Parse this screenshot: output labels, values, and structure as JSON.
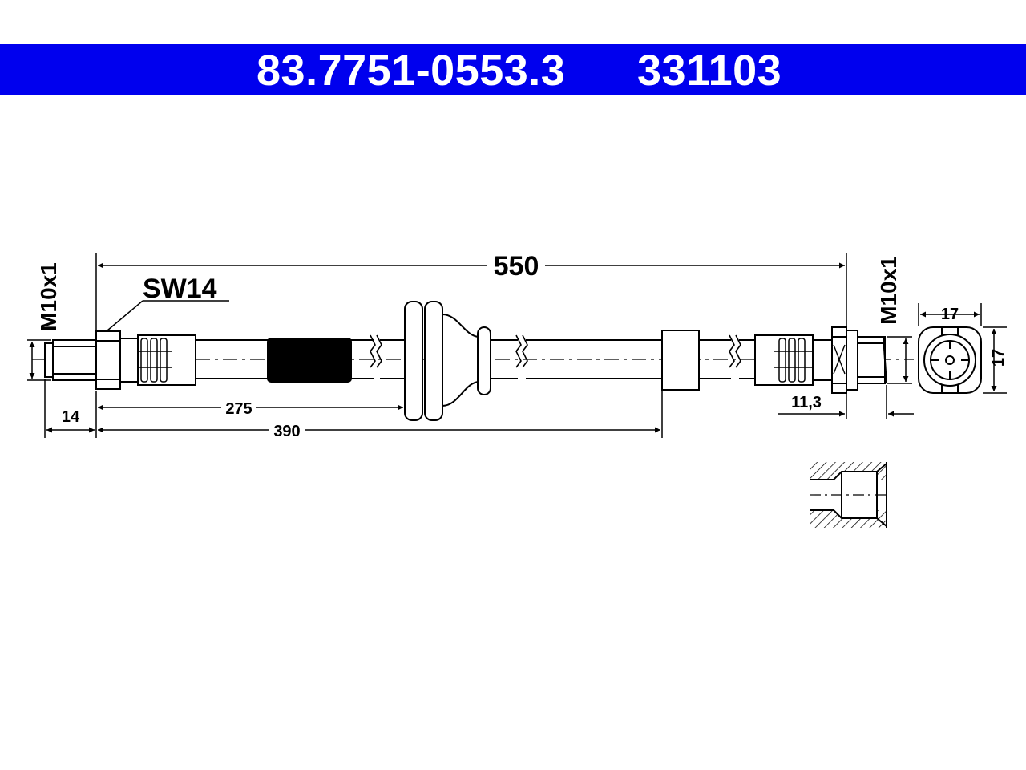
{
  "header": {
    "part_number": "83.7751-0553.3",
    "reference_number": "331103"
  },
  "colors": {
    "header_bg": "#0000ee",
    "header_text": "#ffffff",
    "line": "#000000"
  },
  "dimensions": {
    "total_length": "550",
    "to_grommet": "275",
    "to_bracket": "390",
    "left_fitting_length": "14",
    "right_fitting_length": "11,3",
    "wrench_size": "SW14",
    "thread_left": "M10x1",
    "thread_right": "M10x1",
    "hex_width": "17",
    "hex_height": "17"
  }
}
